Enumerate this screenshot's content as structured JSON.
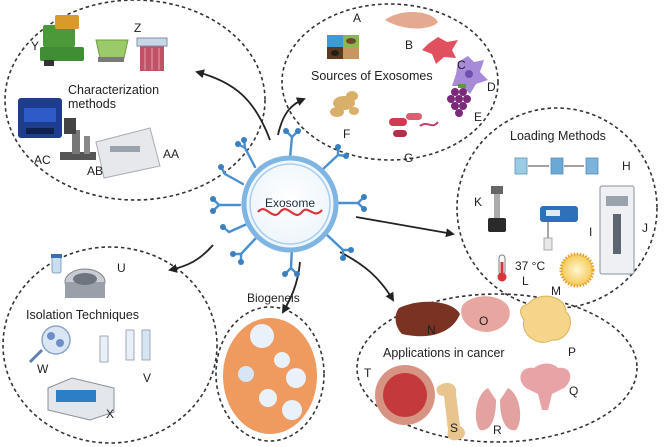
{
  "center": {
    "label": "Exosome"
  },
  "biogenesis": {
    "label": "Biogeneis"
  },
  "panels": {
    "characterization": {
      "title_line1": "Characterization",
      "title_line2": "methods",
      "letters": {
        "y": "Y",
        "z": "Z",
        "ac": "AC",
        "ab": "AB",
        "aa": "AA"
      }
    },
    "sources": {
      "title": "Sources of Exosomes",
      "letters": {
        "a": "A",
        "b": "B",
        "c": "C",
        "d": "D",
        "e": "E",
        "f": "F",
        "g": "G"
      }
    },
    "loading": {
      "title": "Loading Methods",
      "letters": {
        "h": "H",
        "k": "K",
        "i": "I",
        "j": "J",
        "l": "L",
        "m": "M"
      },
      "temperature": "37 °C"
    },
    "isolation": {
      "title": "Isolation Techniques",
      "letters": {
        "u": "U",
        "w": "W",
        "v": "V",
        "x": "X"
      }
    },
    "applications": {
      "title": "Applications in cancer",
      "letters": {
        "n": "N",
        "o": "O",
        "p": "P",
        "q": "Q",
        "t": "T",
        "s": "S",
        "r": "R"
      }
    }
  },
  "colors": {
    "membrane": "#6ea8d8",
    "spike": "#4a8fcf",
    "rna": "#d9343b",
    "biogenesis_fill": "#ef9a5f",
    "arrow": "#222222",
    "dashed": "#333333"
  }
}
